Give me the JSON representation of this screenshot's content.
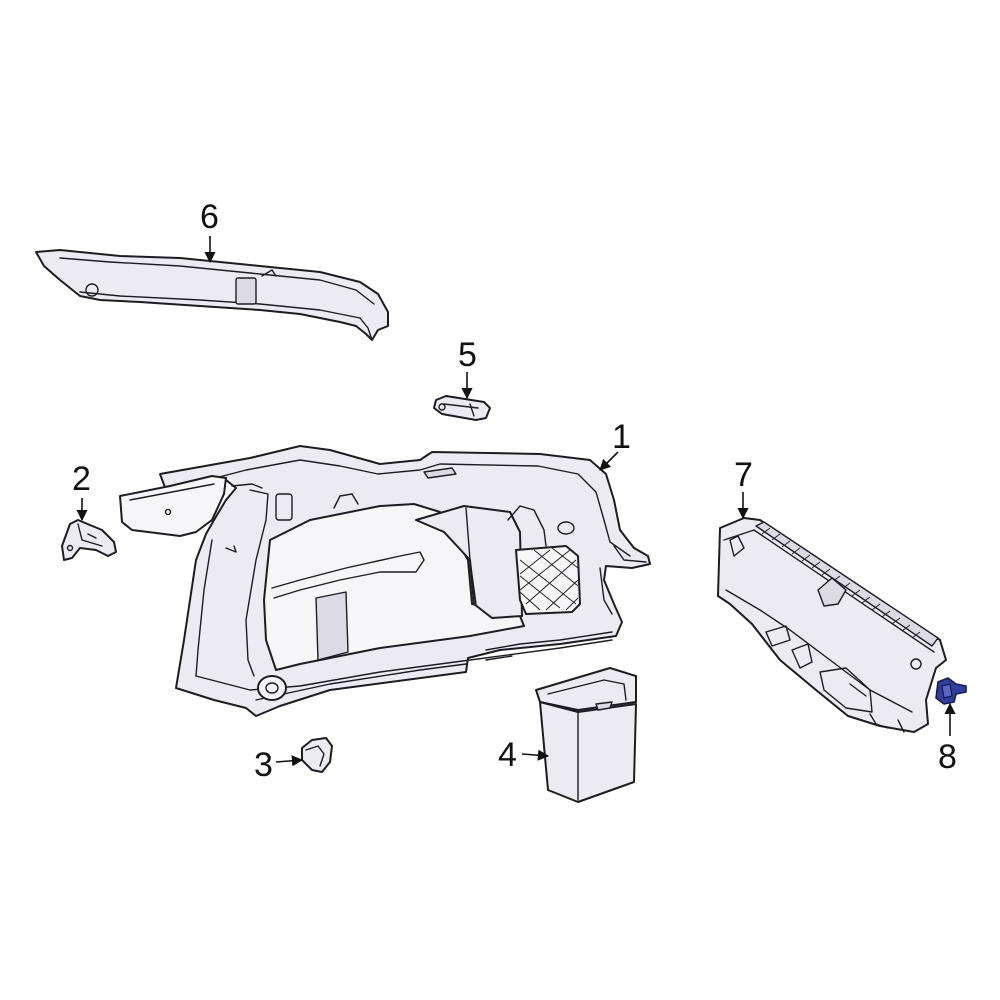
{
  "diagram": {
    "callouts": [
      {
        "id": "1",
        "label": "1"
      },
      {
        "id": "2",
        "label": "2"
      },
      {
        "id": "3",
        "label": "3"
      },
      {
        "id": "4",
        "label": "4"
      },
      {
        "id": "5",
        "label": "5"
      },
      {
        "id": "6",
        "label": "6"
      },
      {
        "id": "7",
        "label": "7"
      },
      {
        "id": "8",
        "label": "8"
      }
    ],
    "highlight_color": "#2f3f9e",
    "highlighted_part": "8"
  }
}
